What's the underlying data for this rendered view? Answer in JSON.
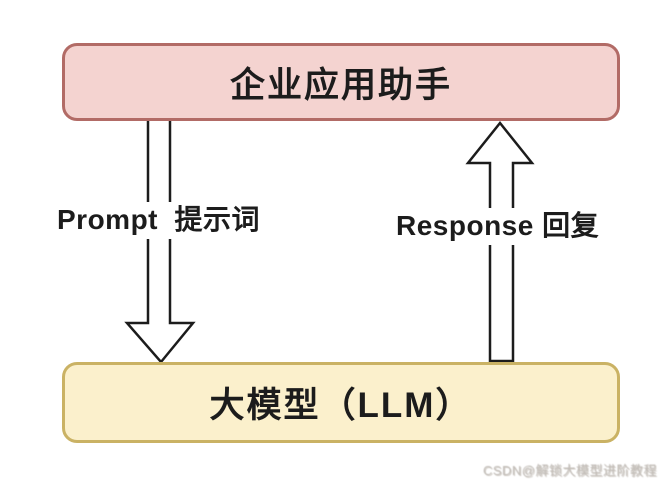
{
  "diagram": {
    "nodes": [
      {
        "id": "enterprise-assistant",
        "label": "企业应用助手",
        "fill": "#f4d3d0",
        "border": "#b26b66"
      },
      {
        "id": "llm",
        "label": "大模型（LLM）",
        "fill": "#fbf0cc",
        "border": "#cab264"
      }
    ],
    "edges": [
      {
        "id": "prompt",
        "label": "Prompt  提示词",
        "direction": "down",
        "from": "enterprise-assistant",
        "to": "llm"
      },
      {
        "id": "response",
        "label": "Response 回复",
        "direction": "up",
        "from": "llm",
        "to": "enterprise-assistant"
      }
    ],
    "watermark": "CSDN@解锁大模型进阶教程",
    "colors": {
      "arrow_fill": "#ffffff",
      "arrow_stroke": "#1c1c1c",
      "text": "#1c1c1c",
      "watermark": "#c2bdb8",
      "background": "#ffffff"
    }
  }
}
